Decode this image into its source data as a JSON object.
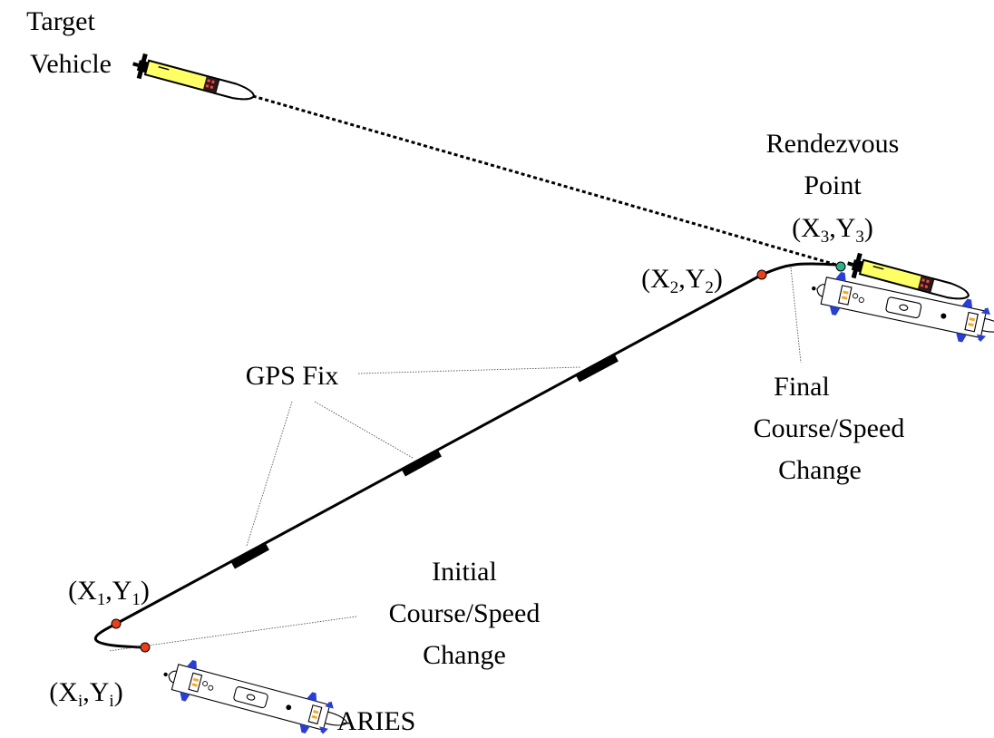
{
  "labels": {
    "target_vehicle_line1": "Target",
    "target_vehicle_line2": "Vehicle",
    "rendezvous_line1": "Rendezvous",
    "rendezvous_line2": "Point",
    "gps_fix": "GPS Fix",
    "final_change_line1": "Final",
    "final_change_line2": "Course/Speed",
    "final_change_line3": "Change",
    "initial_change_line1": "Initial",
    "initial_change_line2": "Course/Speed",
    "initial_change_line3": "Change",
    "aries": "ARIES"
  },
  "points": {
    "p3": {
      "open": "(X",
      "sub1": "3",
      "mid": ",Y",
      "sub2": "3",
      "close": ")"
    },
    "p2": {
      "open": "(X",
      "sub1": "2",
      "mid": ",Y",
      "sub2": "2",
      "close": ")"
    },
    "p1": {
      "open": "(X",
      "sub1": "1",
      "mid": ",Y",
      "sub2": "1",
      "close": ")"
    },
    "pi": {
      "open": "(X",
      "sub1": "i",
      "mid": ",Y",
      "sub2": "i",
      "close": ")"
    }
  },
  "colors": {
    "waypoint": "#e8401c",
    "rendezvous": "#2bb08a",
    "target_body": "#ffff66",
    "thruster": "#2a3fd1",
    "accent": "#f5a623"
  }
}
